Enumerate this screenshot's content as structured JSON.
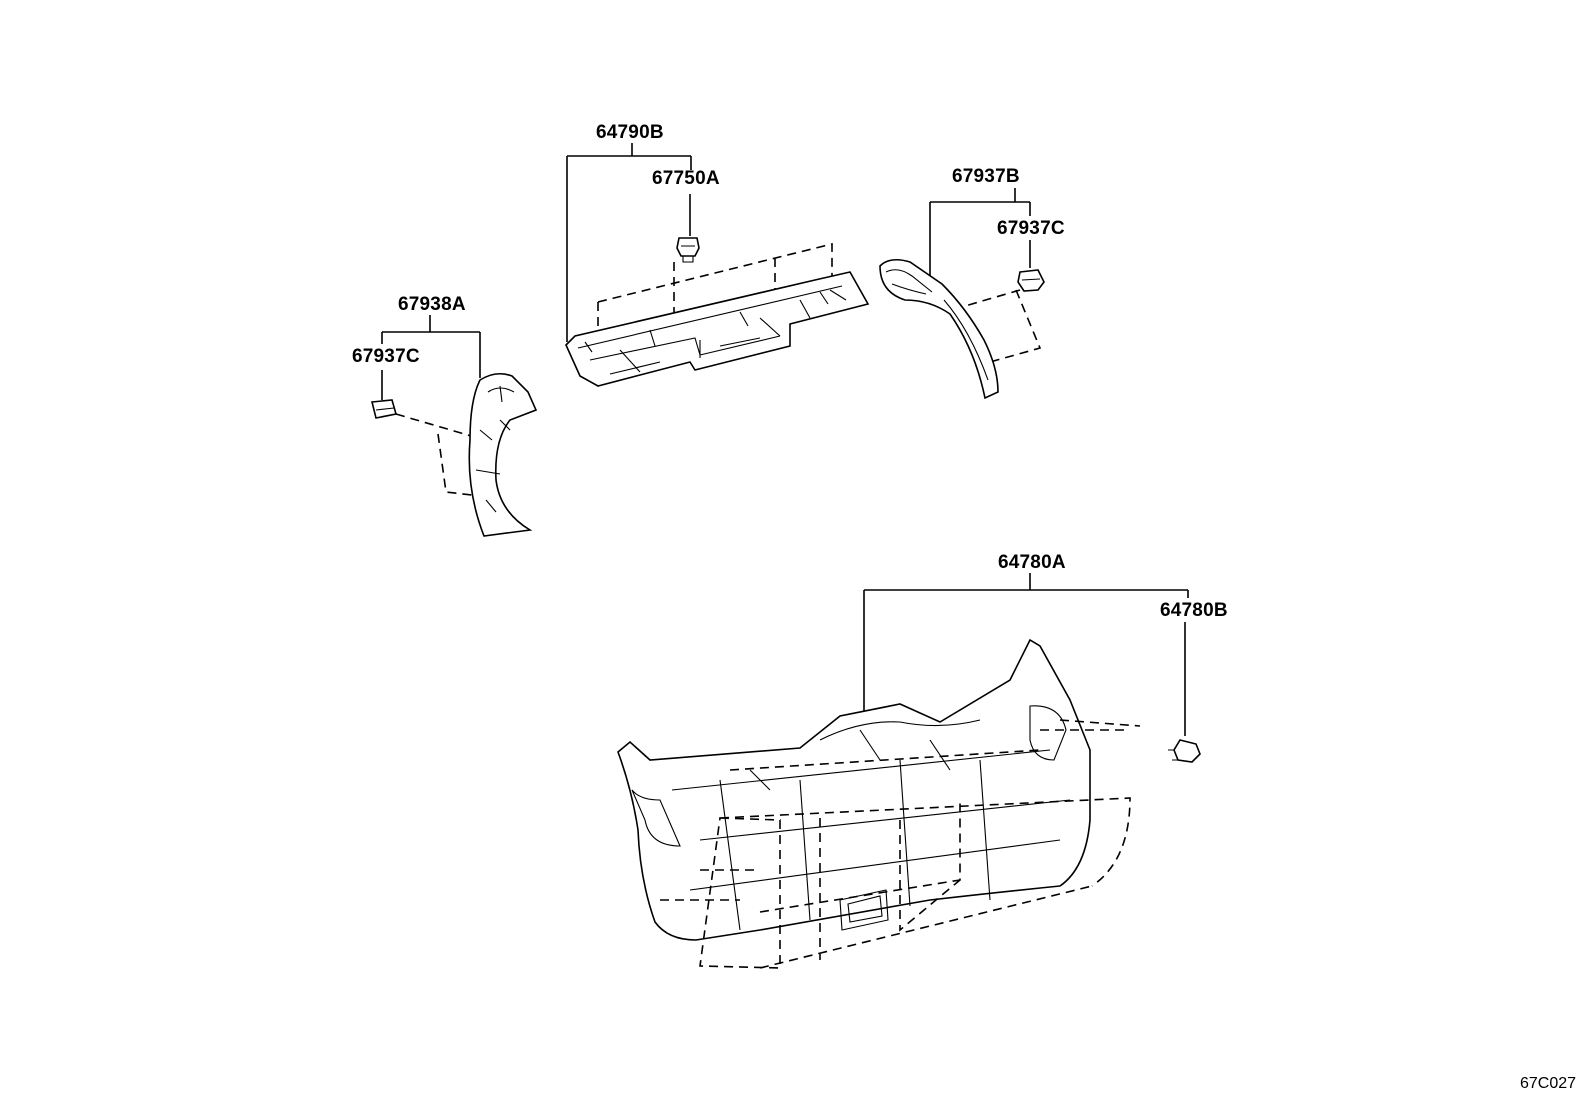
{
  "labels": {
    "p64790B": "64790B",
    "p67750A": "67750A",
    "p67937B": "67937B",
    "p67937C_right": "67937C",
    "p67938A": "67938A",
    "p67937C_left": "67937C",
    "p64780A": "64780A",
    "p64780B": "64780B"
  },
  "diagram_code": "67C027"
}
